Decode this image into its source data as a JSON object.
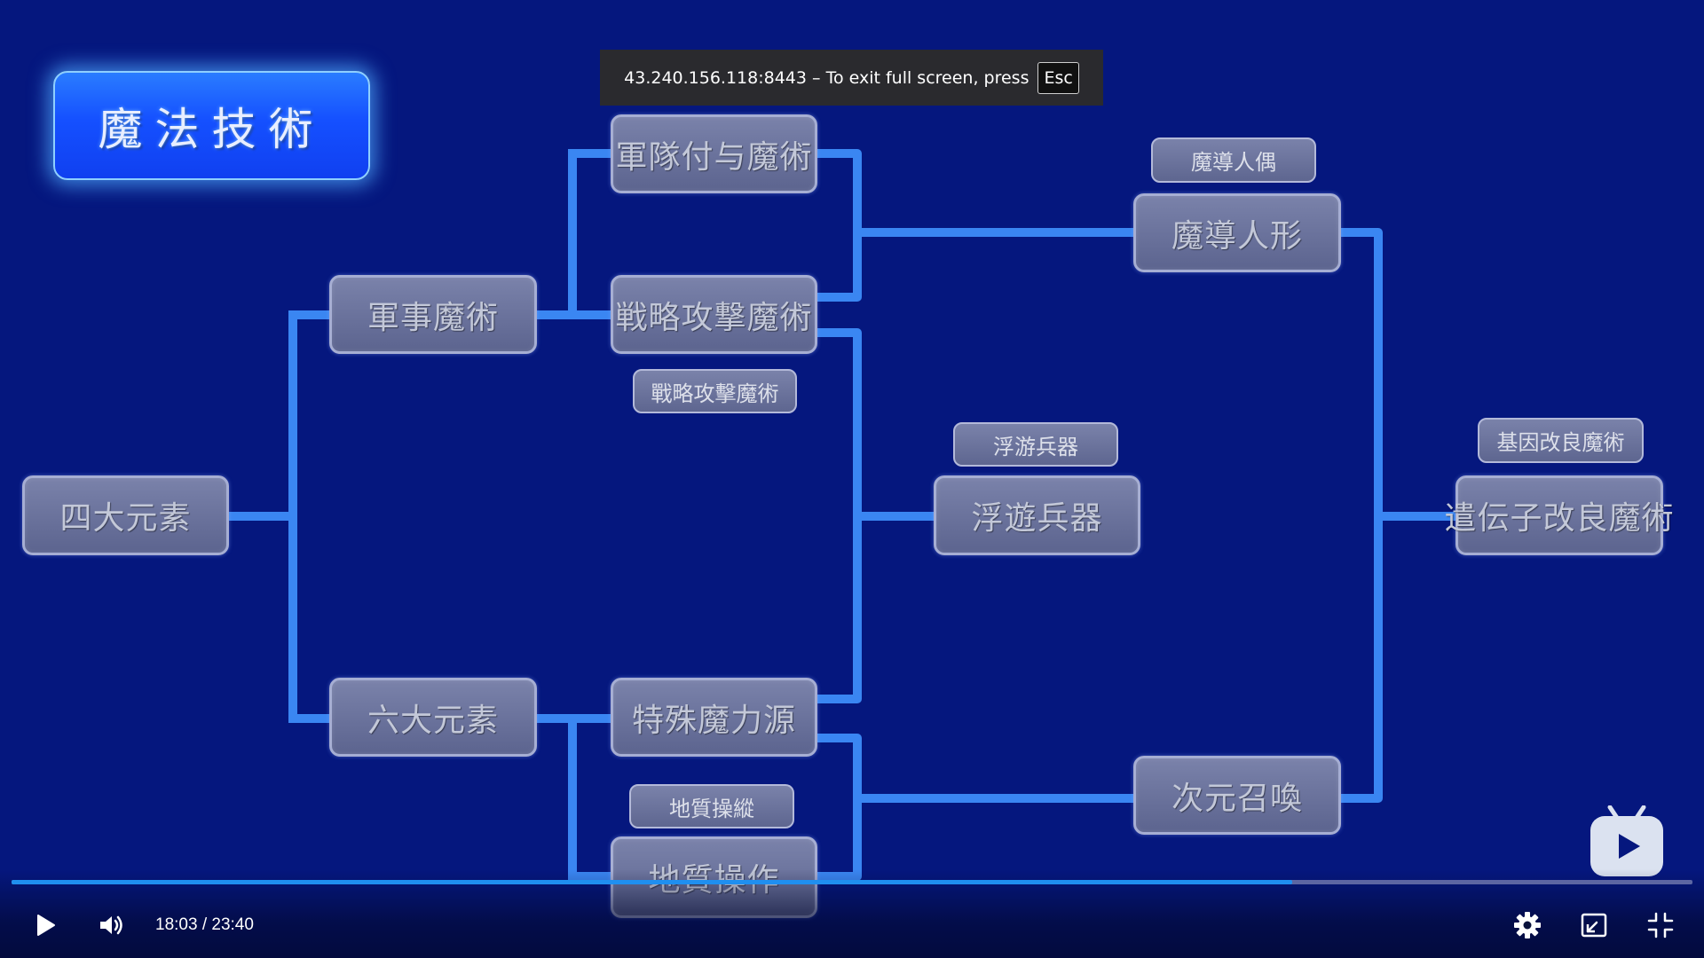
{
  "fullscreen_notice": {
    "text": "43.240.156.118:8443 – To exit full screen, press",
    "key": "Esc"
  },
  "title": "魔法技術",
  "nodes": {
    "shidai": "四大元素",
    "gunji": "軍事魔術",
    "rokudai": "六大元素",
    "guntai": "軍隊付与魔術",
    "senryaku": "戦略攻撃魔術",
    "tokushu": "特殊魔力源",
    "chishitsu": "地質操作",
    "fuyu": "浮遊兵器",
    "madou": "魔導人形",
    "jigen": "次元召喚",
    "iden": "遣伝子改良魔術"
  },
  "tags": {
    "senryaku": "戰略攻擊魔術",
    "chishitsu": "地質操縱",
    "fuyu": "浮游兵器",
    "madou": "魔導人偶",
    "iden": "基因改良魔術"
  },
  "player": {
    "current_time": "18:03",
    "separator": " / ",
    "duration": "23:40",
    "progress": 0.762
  },
  "icons": {
    "play": "play-icon",
    "volume": "volume-icon",
    "settings": "gear-icon",
    "pip": "picture-in-picture-icon",
    "exit_fullscreen": "exit-fullscreen-icon",
    "logo": "bilibili-tv-logo"
  },
  "colors": {
    "background": "#05177e",
    "connector": "#3a86f2",
    "progress": "#1f8ff0"
  }
}
